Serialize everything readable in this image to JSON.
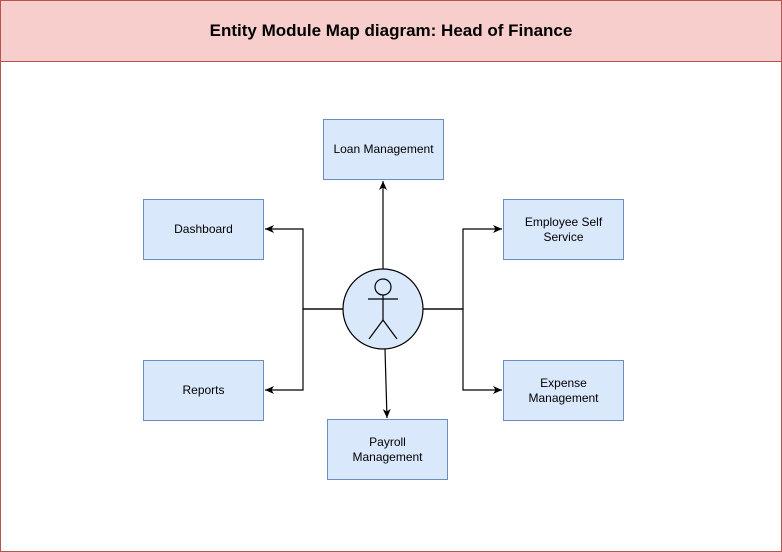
{
  "title": "Entity Module Map diagram: Head of Finance",
  "colors": {
    "title_fill": "#f8cecc",
    "title_stroke": "#b85450",
    "module_fill": "#dae8fc",
    "module_stroke": "#6c8ebf",
    "actor_fill": "#dae8fc",
    "line": "#000000"
  },
  "actor": {
    "icon": "stick-figure-icon"
  },
  "modules": {
    "loan_management": "Loan Management",
    "dashboard": "Dashboard",
    "employee_self_service": "Employee Self Service",
    "reports": "Reports",
    "expense_management": "Expense Management",
    "payroll_management": "Payroll Management"
  }
}
